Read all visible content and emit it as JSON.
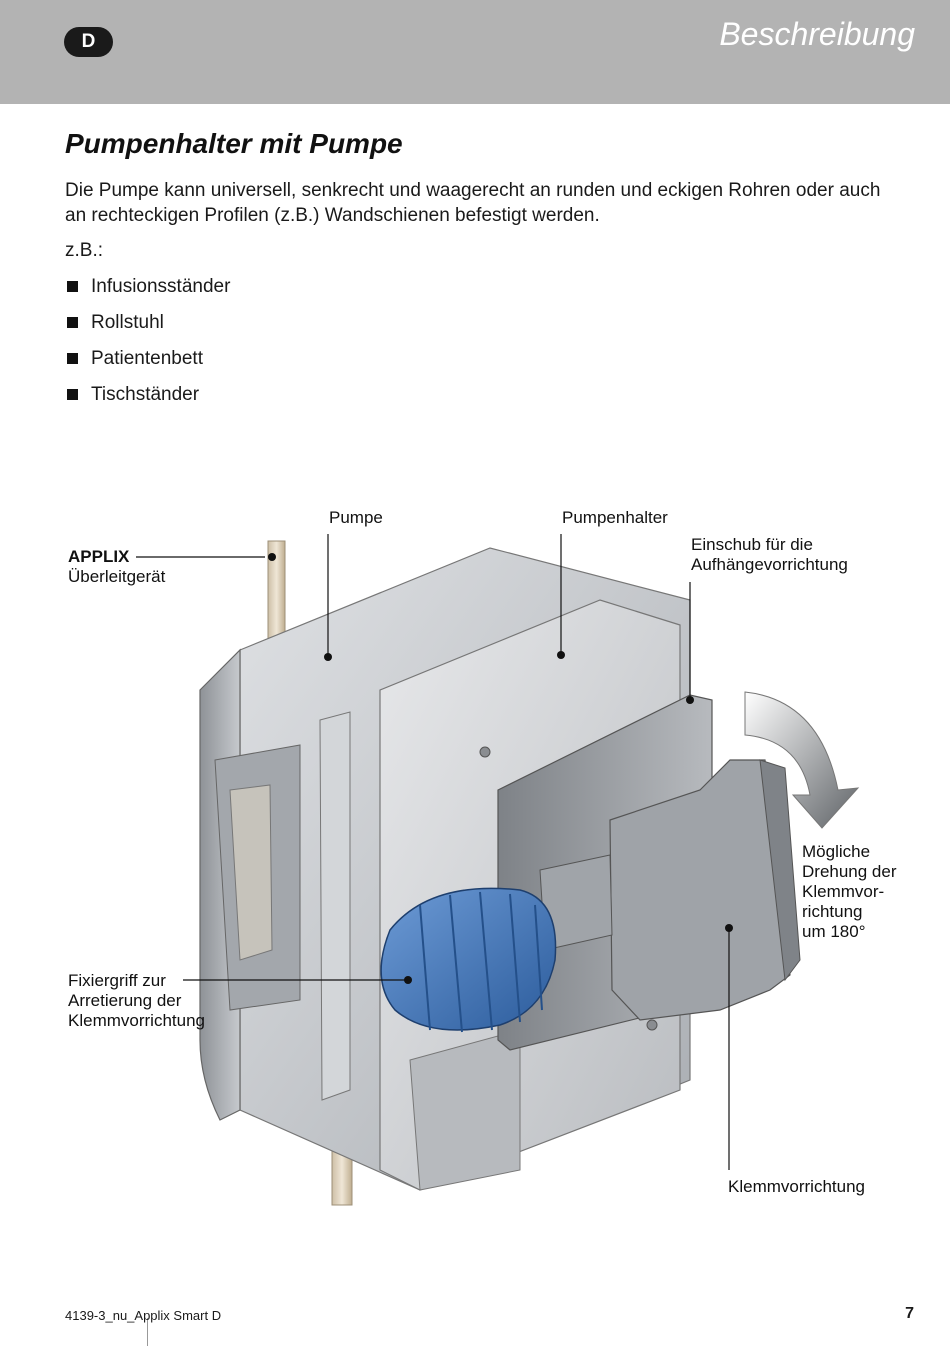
{
  "header": {
    "lang_badge": "D",
    "section_title": "Beschreibung"
  },
  "content": {
    "title": "Pumpenhalter mit Pumpe",
    "intro": "Die Pumpe kann universell, senkrecht und waagerecht an runden und eckigen Rohren oder auch an rechteckigen Profilen (z.B.) Wandschienen befestigt werden.",
    "zb": "z.B.:",
    "bullets": [
      "Infusionsständer",
      "Rollstuhl",
      "Patientenbett",
      "Tischständer"
    ]
  },
  "figure": {
    "applix_bold": "APPLIX",
    "applix_rest": "Überleitgerät",
    "pumpe": "Pumpe",
    "pumpenhalter": "Pumpenhalter",
    "einschub_1": "Einschub für die",
    "einschub_2": "Aufhängevorrichtung",
    "drehung": [
      "Mögliche",
      "Drehung der",
      "Klemmvor-",
      "richtung",
      "um 180°"
    ],
    "fixier": [
      "Fixiergriff zur",
      "Arretierung der",
      "Klemmvorrichtung"
    ],
    "klemm": "Klemmvorrichtung"
  },
  "footer": {
    "doc_code": "4139-3_nu_Applix  Smart  D",
    "page_number": "7"
  },
  "colors": {
    "header_band": "#b3b3b3",
    "knob_blue": "#3b72b8",
    "pump_grey": "#c2c5c9"
  }
}
